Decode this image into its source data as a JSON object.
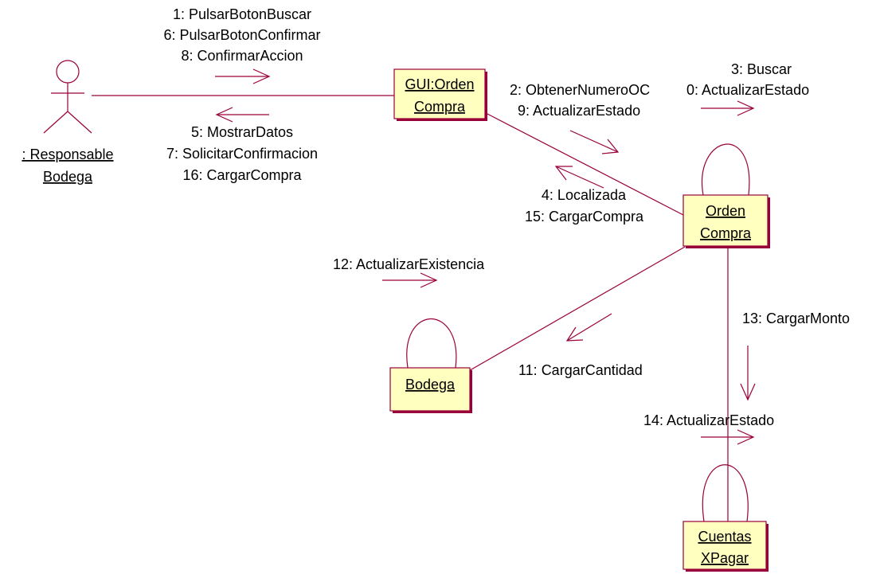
{
  "colors": {
    "line": "#99003a",
    "box_fill": "#ffffc0",
    "box_shadow": "#99003a",
    "text": "#000000"
  },
  "actor": {
    "name_line1": ": Responsable",
    "name_line2": "Bodega"
  },
  "objects": {
    "gui": {
      "line1": "GUI:Orden",
      "line2": "Compra"
    },
    "orden": {
      "line1": "Orden",
      "line2": "Compra"
    },
    "bodega": {
      "line1": "Bodega"
    },
    "cuentas": {
      "line1": "Cuentas",
      "line2": "XPagar"
    }
  },
  "messages": {
    "actor_to_gui": [
      "1: PulsarBotonBuscar",
      "6: PulsarBotonConfirmar",
      "8: ConfirmarAccion"
    ],
    "gui_to_actor": [
      "5: MostrarDatos",
      "7: SolicitarConfirmacion",
      "16: CargarCompra"
    ],
    "gui_to_orden": [
      "2: ObtenerNumeroOC",
      "9: ActualizarEstado"
    ],
    "orden_to_gui": [
      "4: Localizada",
      "15: CargarCompra"
    ],
    "orden_self": [
      "3: Buscar",
      "0: ActualizarEstado"
    ],
    "bodega_self": [
      "12: ActualizarExistencia"
    ],
    "orden_to_bodega": [
      "11: CargarCantidad"
    ],
    "orden_to_cuentas": [
      "13: CargarMonto"
    ],
    "cuentas_self": [
      "14: ActualizarEstado"
    ]
  }
}
